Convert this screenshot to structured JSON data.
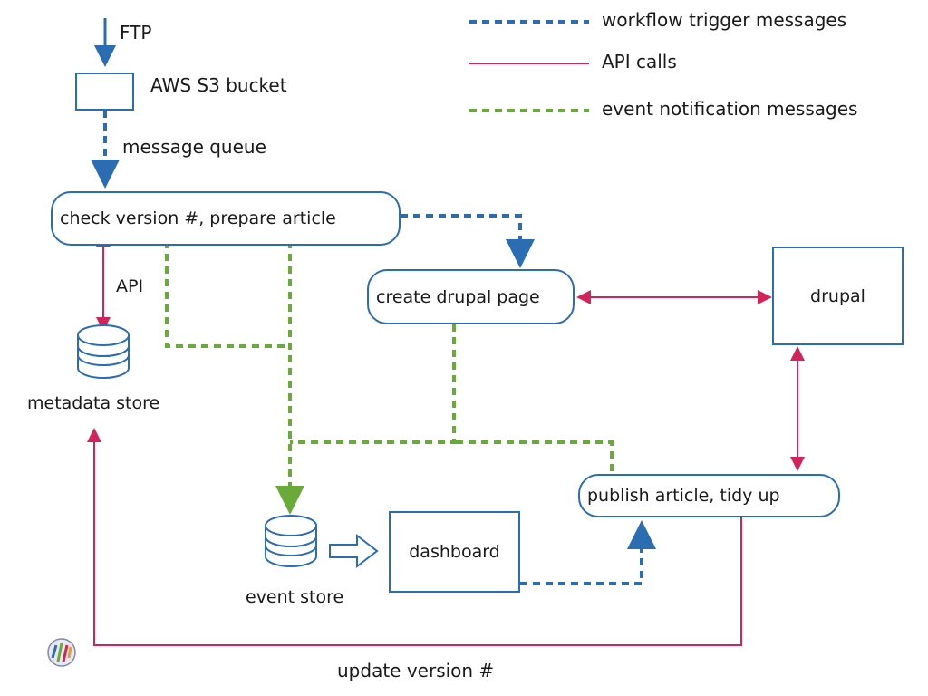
{
  "colors": {
    "trigger": "#2a6db3",
    "api": "#d0245a",
    "event": "#6aaa3a",
    "node_border": "#2a6db3"
  },
  "legend": {
    "trigger": "workflow trigger messages",
    "api": "API calls",
    "event": "event notification messages"
  },
  "nodes": {
    "ftp": "FTP",
    "s3": "AWS S3 bucket",
    "check": "check version #, prepare article",
    "metadata": "metadata store",
    "create": "create drupal page",
    "drupal": "drupal",
    "publish": "publish article, tidy up",
    "event_store": "event store",
    "dashboard": "dashboard"
  },
  "edge_labels": {
    "queue": "message queue",
    "api": "API",
    "update": "update version #"
  },
  "icons": {
    "database": "database-icon",
    "block_arrow": "block-arrow-right-icon",
    "logo": "globe-logo-icon"
  }
}
